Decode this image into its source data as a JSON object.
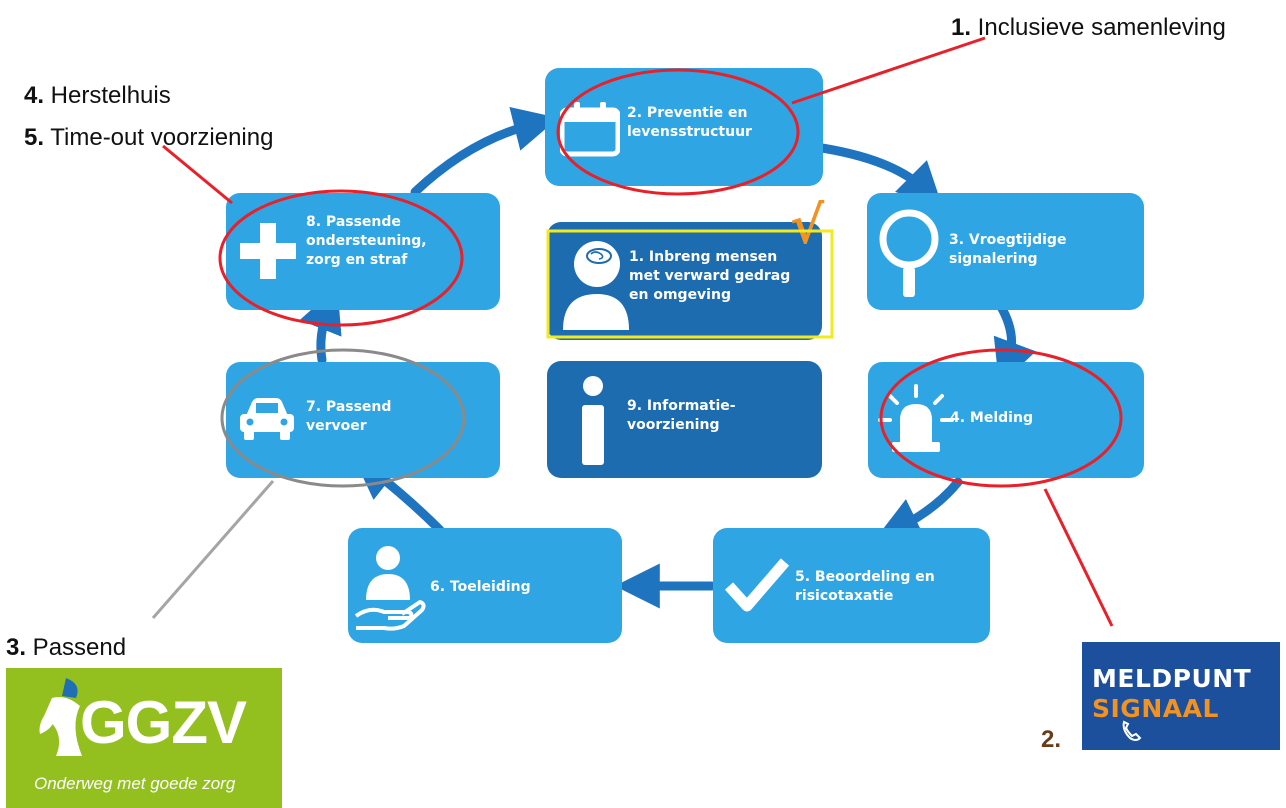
{
  "diagram": {
    "steps": [
      {
        "id": "s1",
        "label": "1. Inbreng mensen\nmet verward gedrag\nen omgeving"
      },
      {
        "id": "s2",
        "label": "2. Preventie en\nlevensstructuur"
      },
      {
        "id": "s3",
        "label": "3. Vroegtijdige\nsignalering"
      },
      {
        "id": "s4",
        "label": "4. Melding"
      },
      {
        "id": "s5",
        "label": "5. Beoordeling en\nrisicotaxatie"
      },
      {
        "id": "s6",
        "label": "6. Toeleiding"
      },
      {
        "id": "s7",
        "label": "7. Passend\nvervoer"
      },
      {
        "id": "s8",
        "label": "8. Passende\nondersteuning,\nzorg en straf"
      },
      {
        "id": "s9",
        "label": "9. Informatie-\nvoorziening"
      }
    ],
    "check_mark": "√"
  },
  "annotations": {
    "a1": {
      "num": "1.",
      "text": " Inclusieve samenleving"
    },
    "a4": {
      "num": "4.",
      "text": " Herstelhuis"
    },
    "a5": {
      "num": "5.",
      "text": " Time-out voorziening"
    },
    "a3": {
      "num": "3.",
      "text": " Passend"
    },
    "a2": {
      "num": "2."
    }
  },
  "logos": {
    "ggzv": {
      "name": "GGZV",
      "tagline": "Onderweg met goede zorg"
    },
    "meldpunt": {
      "line1": "MELDPUNT",
      "line2": "SIGNAAL"
    }
  },
  "colors": {
    "box": "#2fa6e3",
    "box_dark": "#1d6cb0",
    "arrow": "#1f74c0",
    "circle_red": "#e8202a",
    "circle_gray": "#8a8a8a",
    "highlight_yellow": "#f3ea1c",
    "check_orange": "#f29220",
    "ggzv_bg": "#93c01f",
    "meldpunt_bg": "#1c4f9c"
  }
}
